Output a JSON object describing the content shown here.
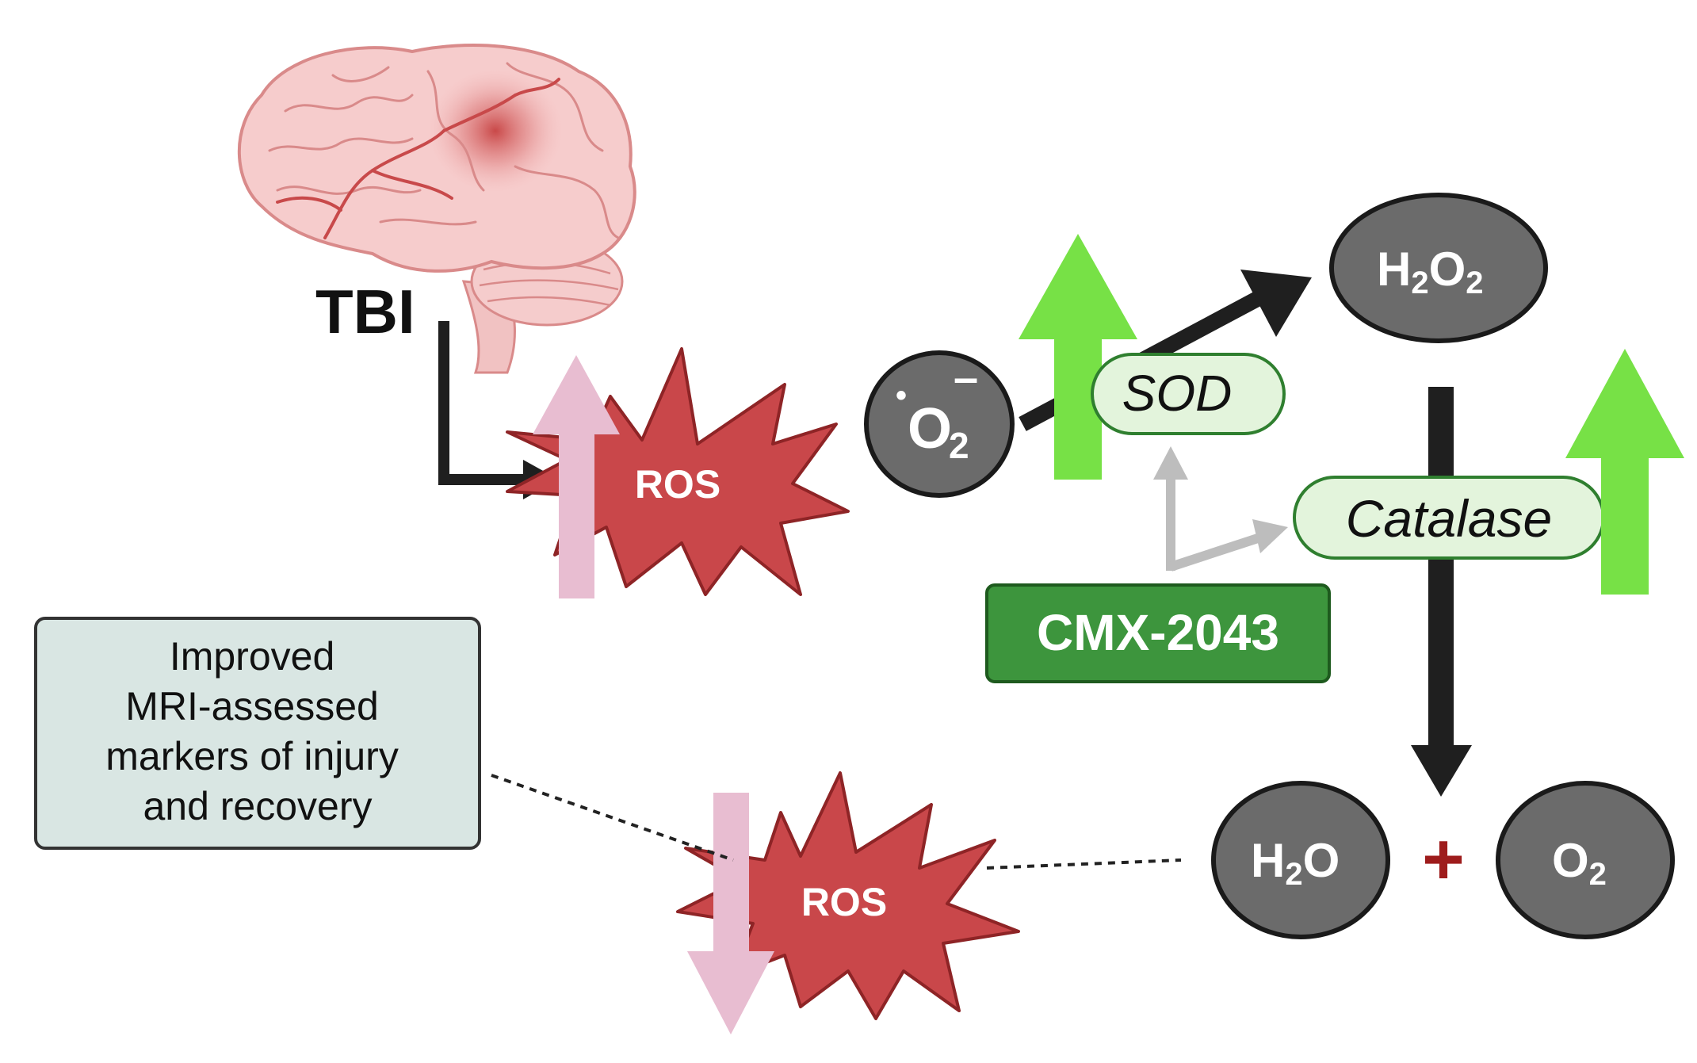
{
  "labels": {
    "tbi": "TBI",
    "ros_top": "ROS",
    "ros_bottom": "ROS",
    "superoxide_radical_dot": "•",
    "superoxide_main": "O",
    "superoxide_sub": "2",
    "superoxide_charge": "–",
    "h2o2_a": "H",
    "h2o2_a_sub": "2",
    "h2o2_b": "O",
    "h2o2_b_sub": "2",
    "sod": "SOD",
    "catalase": "Catalase",
    "drug": "CMX-2043",
    "h2o_a": "H",
    "h2o_a_sub": "2",
    "h2o_b": "O",
    "plus": "+",
    "o2_main": "O",
    "o2_sub": "2",
    "outcome_line1": "Improved",
    "outcome_line2": "MRI-assessed",
    "outcome_line3": "markers of injury",
    "outcome_line4": "and recovery"
  },
  "colors": {
    "ros_fill": "#c9474a",
    "molecule_fill": "#6b6b6b",
    "enzyme_fill": "#e3f4dc",
    "drug_fill": "#3d953d",
    "up_arrow_green": "#77e146",
    "pink_arrow": "#e8bdd1",
    "dark_arrow": "#1f1f1f",
    "grey_arrow": "#bdbdbd",
    "plus_red": "#9e1c1c",
    "outcome_fill": "#d9e6e3"
  },
  "icons": {
    "brain": "brain-icon"
  }
}
